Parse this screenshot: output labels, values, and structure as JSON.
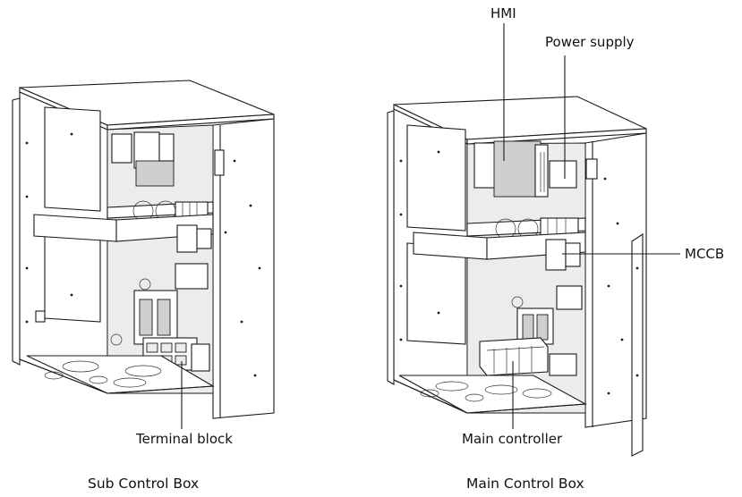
{
  "figure": {
    "left_unit": {
      "caption": "Sub Control Box",
      "callouts": [
        {
          "id": "terminal-block",
          "text": "Terminal block"
        }
      ]
    },
    "right_unit": {
      "caption": "Main Control Box",
      "callouts": [
        {
          "id": "hmi",
          "text": "HMI"
        },
        {
          "id": "power-supply",
          "text": "Power supply"
        },
        {
          "id": "mccb",
          "text": "MCCB"
        },
        {
          "id": "main-controller",
          "text": "Main controller"
        }
      ]
    }
  }
}
